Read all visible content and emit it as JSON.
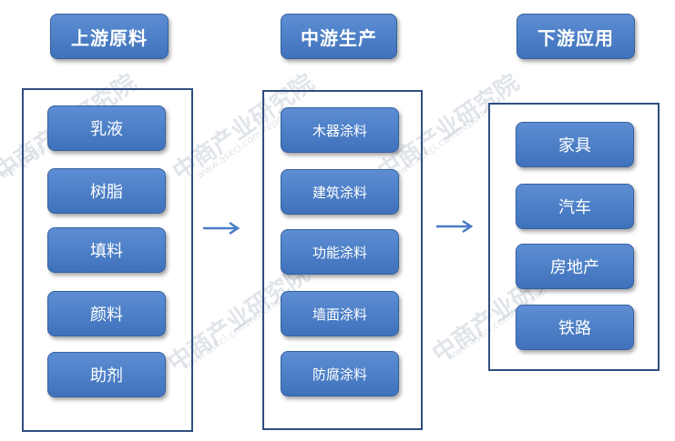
{
  "columns": [
    {
      "header": "上游原料",
      "items": [
        "乳液",
        "树脂",
        "填料",
        "颜料",
        "助剂"
      ]
    },
    {
      "header": "中游生产",
      "items": [
        "木器涂料",
        "建筑涂料",
        "功能涂料",
        "墙面涂料",
        "防腐涂料"
      ]
    },
    {
      "header": "下游应用",
      "items": [
        "家具",
        "汽车",
        "房地产",
        "铁路"
      ]
    }
  ],
  "watermark": {
    "text": "中商产业研究院",
    "url": "www.askci.com/reports/"
  },
  "colors": {
    "box": "#4a7cc4",
    "border": "#2f4f7f",
    "arrow": "#4a7cc4"
  }
}
